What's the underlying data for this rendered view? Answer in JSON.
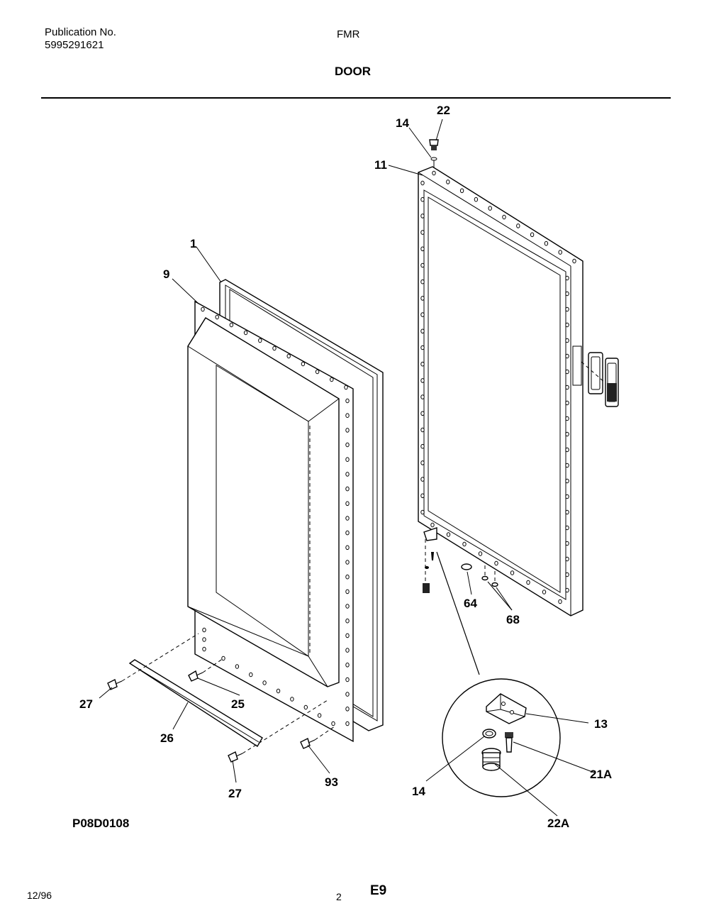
{
  "header": {
    "publication_label": "Publication No.",
    "publication_number": "5995291621",
    "model": "FMR",
    "section_title": "DOOR"
  },
  "callouts": {
    "c1": "1",
    "c9": "9",
    "c11": "11",
    "c13": "13",
    "c14_top": "14",
    "c14_detail": "14",
    "c21a": "21A",
    "c22_top": "22",
    "c22a": "22A",
    "c25": "25",
    "c26": "26",
    "c27_left": "27",
    "c27_bottom": "27",
    "c64": "64",
    "c68": "68",
    "c93": "93"
  },
  "footer": {
    "diagram_code": "P08D0108",
    "date": "12/96",
    "page_number": "2",
    "page_code": "E9"
  }
}
